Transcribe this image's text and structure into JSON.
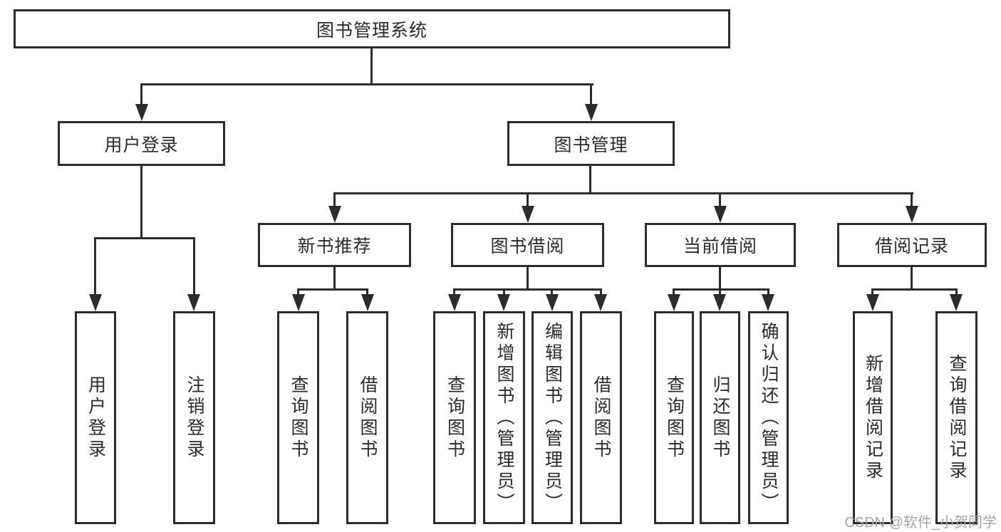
{
  "colors": {
    "line": "#2c2c2c",
    "ink": "#2b2b2b",
    "watermark": "#aba3a7"
  },
  "watermark": {
    "text": "CSDN @软件_小贺同学"
  },
  "tree": {
    "root": {
      "label": "图书管理系统"
    },
    "branches": [
      {
        "label": "用户登录",
        "children": [
          {
            "label": "用户登录"
          },
          {
            "label": "注销登录"
          }
        ]
      },
      {
        "label": "图书管理",
        "sections": [
          {
            "label": "新书推荐",
            "children": [
              {
                "label": "查询图书"
              },
              {
                "label": "借阅图书"
              }
            ]
          },
          {
            "label": "图书借阅",
            "children": [
              {
                "label": "查询图书"
              },
              {
                "label": "新增图书（管理员）"
              },
              {
                "label": "编辑图书（管理员）"
              },
              {
                "label": "借阅图书"
              }
            ]
          },
          {
            "label": "当前借阅",
            "children": [
              {
                "label": "查询图书"
              },
              {
                "label": "归还图书"
              },
              {
                "label": "确认归还（管理员）"
              }
            ]
          },
          {
            "label": "借阅记录",
            "children": [
              {
                "label": "新增借阅记录"
              },
              {
                "label": "查询借阅记录"
              }
            ]
          }
        ]
      }
    ]
  }
}
